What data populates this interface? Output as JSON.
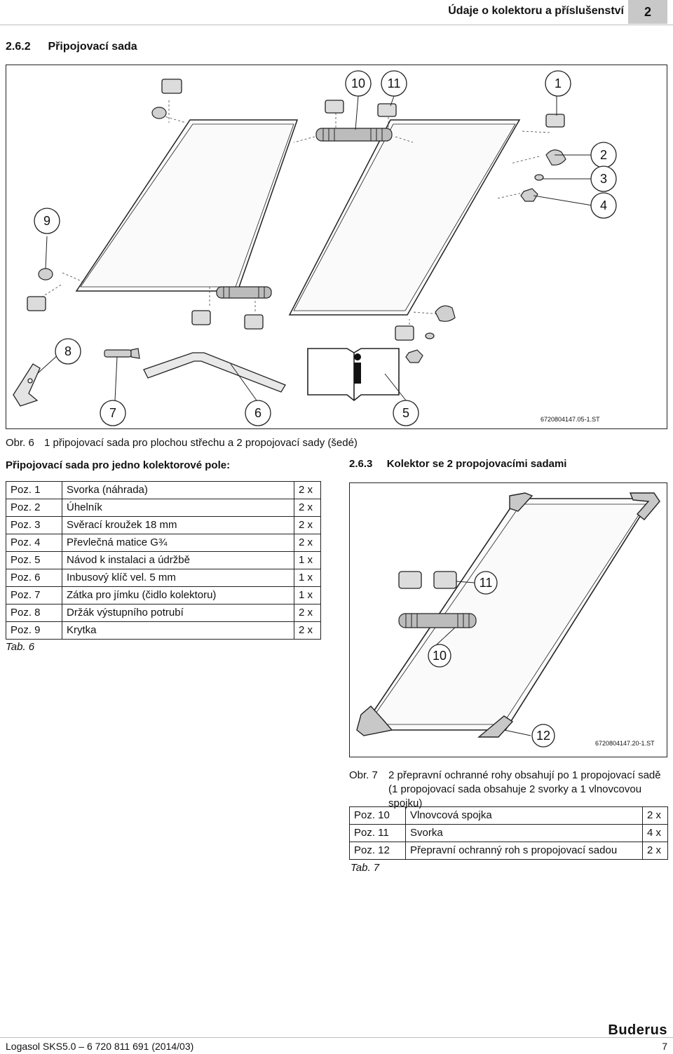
{
  "header": {
    "title": "Údaje o kolektoru a příslušenství",
    "chapter": "2"
  },
  "section": {
    "number": "2.6.2",
    "title": "Připojovací sada"
  },
  "figure6": {
    "callouts": [
      "10",
      "11",
      "1",
      "2",
      "3",
      "4",
      "9",
      "8",
      "7",
      "6",
      "5"
    ],
    "code": "6720804147.05-1.ST",
    "caption_label": "Obr. 6",
    "caption_text": "1 připojovací sada pro plochou střechu a 2 propojovací sady (šedé)"
  },
  "left_table": {
    "heading": "Připojovací sada pro jedno kolektorové pole:",
    "rows": [
      {
        "pos": "Poz. 1",
        "name": "Svorka (náhrada)",
        "qty": "2 x"
      },
      {
        "pos": "Poz. 2",
        "name": "Úhelník",
        "qty": "2 x"
      },
      {
        "pos": "Poz. 3",
        "name": "Svěrací kroužek 18 mm",
        "qty": "2 x"
      },
      {
        "pos": "Poz. 4",
        "name": "Převlečná matice G¾",
        "qty": "2 x"
      },
      {
        "pos": "Poz. 5",
        "name": "Návod k instalaci a údržbě",
        "qty": "1 x"
      },
      {
        "pos": "Poz. 6",
        "name": "Inbusový klíč vel. 5 mm",
        "qty": "1 x"
      },
      {
        "pos": "Poz. 7",
        "name": "Zátka pro jímku (čidlo kolektoru)",
        "qty": "1 x"
      },
      {
        "pos": "Poz. 8",
        "name": "Držák výstupního potrubí",
        "qty": "2 x"
      },
      {
        "pos": "Poz. 9",
        "name": "Krytka",
        "qty": "2 x"
      }
    ],
    "note": "Tab. 6"
  },
  "section2": {
    "number": "2.6.3",
    "title": "Kolektor se 2 propojovacími sadami"
  },
  "figure7": {
    "callouts": [
      "11",
      "10",
      "12"
    ],
    "code": "6720804147.20-1.ST",
    "caption_label": "Obr. 7",
    "caption_text": "2 přepravní ochranné rohy obsahují po 1 propojovací sadě (1 propojovací sada obsahuje 2 svorky a 1 vlnovcovou spojku)"
  },
  "right_table": {
    "rows": [
      {
        "pos": "Poz. 10",
        "name": "Vlnovcová spojka",
        "qty": "2 x"
      },
      {
        "pos": "Poz. 11",
        "name": "Svorka",
        "qty": "4 x"
      },
      {
        "pos": "Poz. 12",
        "name": "Přepravní ochranný roh s propojovací sadou",
        "qty": "2 x"
      }
    ],
    "note": "Tab. 7"
  },
  "footer": {
    "left": "Logasol SKS5.0 – 6 720 811 691 (2014/03)",
    "page": "7",
    "brand": "Buderus"
  }
}
